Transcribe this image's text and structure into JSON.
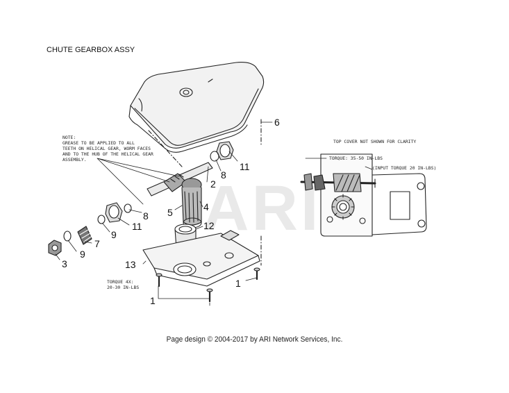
{
  "page": {
    "title": "CHUTE GEARBOX ASSY",
    "footer": "Page design © 2004-2017 by ARI Network Services, Inc.",
    "watermark": "ARI"
  },
  "notes": {
    "grease_line1": "NOTE:",
    "grease_line2": "GREASE TO BE APPLIED TO ALL",
    "grease_line3": "TEETH ON HELICAL GEAR, WORM FACES",
    "grease_line4": "AND TO THE HUB OF THE HELICAL GEAR",
    "grease_line5": "ASSEMBLY.",
    "torque_screws_line1": "TORQUE 4X:",
    "torque_screws_line2": "20-30 IN-LBS",
    "top_cover": "TOP COVER NOT SHOWN FOR CLARITY",
    "torque_nut": "TORQUE: 35-50 IN-LBS",
    "input_torque": "(INPUT TORQUE 20 IN-LBS)"
  },
  "callouts": {
    "c1a": "1",
    "c1b": "1",
    "c2": "2",
    "c3": "3",
    "c4": "4",
    "c5": "5",
    "c6": "6",
    "c7": "7",
    "c8a": "8",
    "c8b": "8",
    "c9a": "9",
    "c9b": "9",
    "c11a": "11",
    "c11b": "11",
    "c12": "12",
    "c13": "13"
  }
}
